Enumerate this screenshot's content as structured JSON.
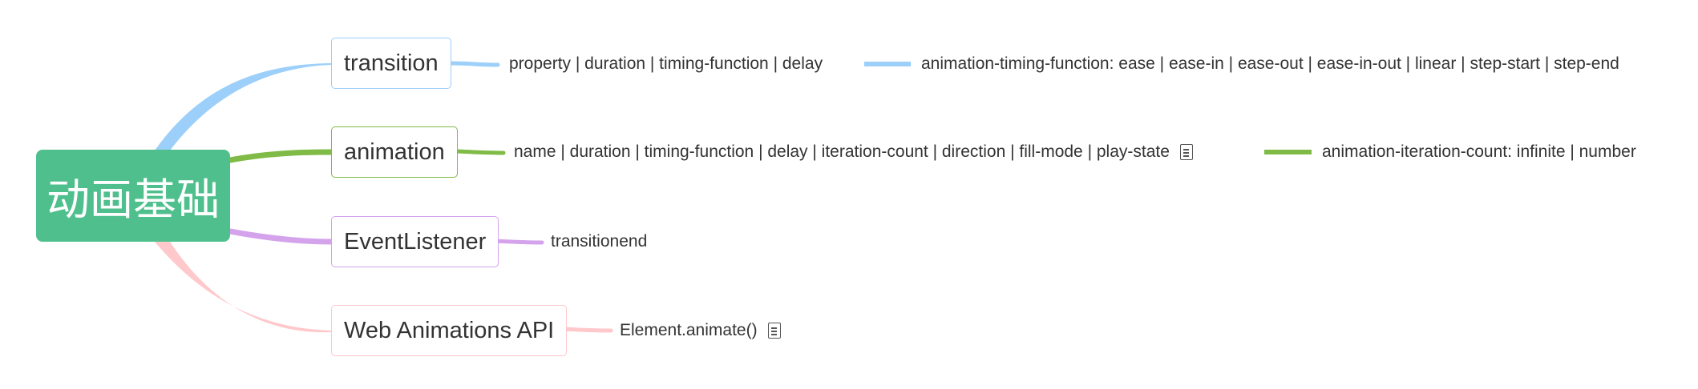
{
  "root": {
    "label": "动画基础",
    "color": "#4fc08d"
  },
  "branches": [
    {
      "label": "transition",
      "color": "#9ccff9",
      "children": [
        {
          "label": "property | duration | timing-function | delay",
          "children": [
            {
              "label": "animation-timing-function: ease | ease-in | ease-out | ease-in-out | linear | step-start | step-end"
            }
          ]
        }
      ]
    },
    {
      "label": "animation",
      "color": "#7fbb46",
      "children": [
        {
          "label": "name | duration | timing-function | delay | iteration-count | direction | fill-mode | play-state",
          "icon": "note-icon",
          "children": [
            {
              "label": "animation-iteration-count: infinite | number"
            }
          ]
        }
      ]
    },
    {
      "label": "EventListener",
      "color": "#d4a3ec",
      "children": [
        {
          "label": "transitionend"
        }
      ]
    },
    {
      "label": "Web Animations API",
      "color": "#ffc8cb",
      "children": [
        {
          "label": "Element.animate()",
          "icon": "note-icon"
        }
      ]
    }
  ]
}
